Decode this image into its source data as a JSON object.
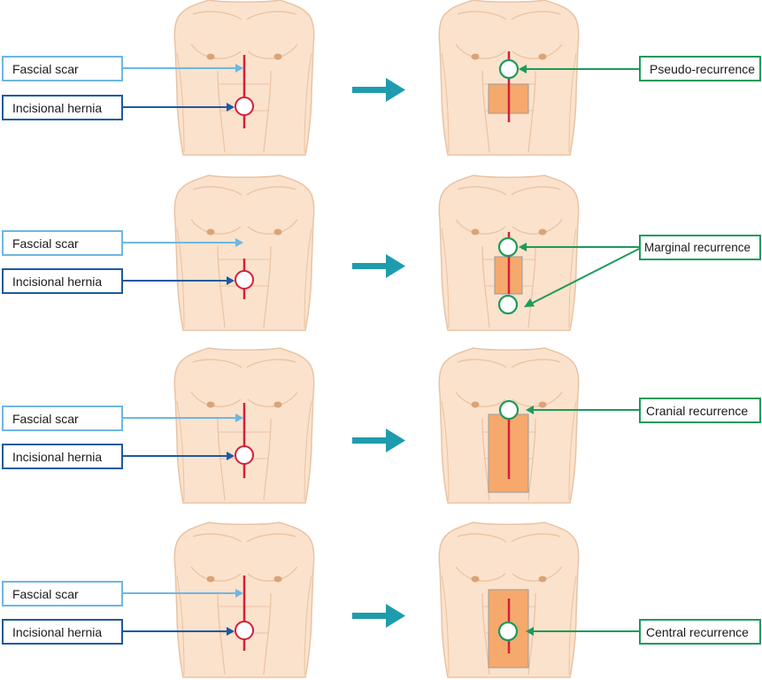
{
  "rows": [
    {
      "fascial_label": "Fascial scar",
      "hernia_label": "Incisional hernia",
      "recurrence_label": "Pseudo-recurrence"
    },
    {
      "fascial_label": "Fascial scar",
      "hernia_label": "Incisional hernia",
      "recurrence_label": "Marginal recurrence"
    },
    {
      "fascial_label": "Fascial scar",
      "hernia_label": "Incisional hernia",
      "recurrence_label": "Cranial recurrence"
    },
    {
      "fascial_label": "Fascial scar",
      "hernia_label": "Incisional hernia",
      "recurrence_label": "Central recurrence"
    }
  ],
  "colors": {
    "skin": "#fbe2cc",
    "skin_shadow": "#e9c3a3",
    "nipple": "#d9a477",
    "scar": "#d4203a",
    "mesh": "#f6a96c",
    "fascial_arrow": "#6eb7e2",
    "hernia_arrow": "#1e5aa0",
    "recurrence": "#1e9a5a",
    "transition_arrow": "#1e9cad"
  },
  "icons": {
    "torso": "torso-illustration",
    "transition": "right-arrow-icon",
    "hernia_marker": "circle-marker-icon",
    "mesh": "mesh-rectangle"
  }
}
